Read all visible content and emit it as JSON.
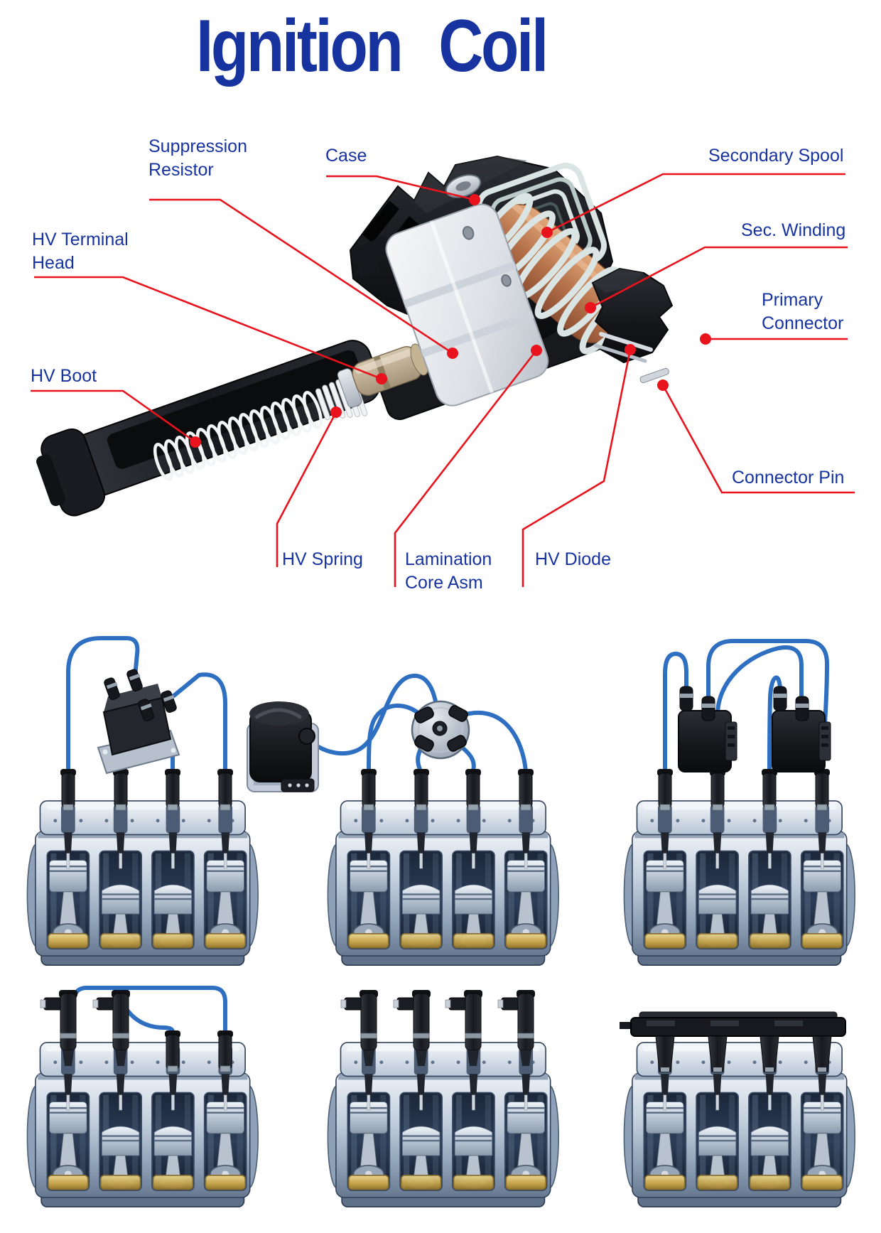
{
  "title": "Ignition Coil",
  "colors": {
    "label_blue": "#1733A0",
    "leader_red": "#E8131D",
    "wire_blue": "#2E6FC2",
    "copper": "#B5714A",
    "gold_liner": "#C7A64D"
  },
  "diagram": {
    "labels": [
      {
        "id": "suppression-resistor",
        "text": "Suppression Resistor"
      },
      {
        "id": "case",
        "text": "Case"
      },
      {
        "id": "secondary-spool",
        "text": "Secondary Spool"
      },
      {
        "id": "hv-terminal-head",
        "text": "HV Terminal Head"
      },
      {
        "id": "sec-winding",
        "text": "Sec. Winding"
      },
      {
        "id": "primary-connector",
        "text": "Primary Connector"
      },
      {
        "id": "hv-boot",
        "text": "HV Boot"
      },
      {
        "id": "connector-pin",
        "text": "Connector Pin"
      },
      {
        "id": "hv-spring",
        "text": "HV Spring"
      },
      {
        "id": "lamination-core-asm",
        "text": "Lamination Core Asm"
      },
      {
        "id": "hv-diode",
        "text": "HV Diode"
      }
    ]
  }
}
